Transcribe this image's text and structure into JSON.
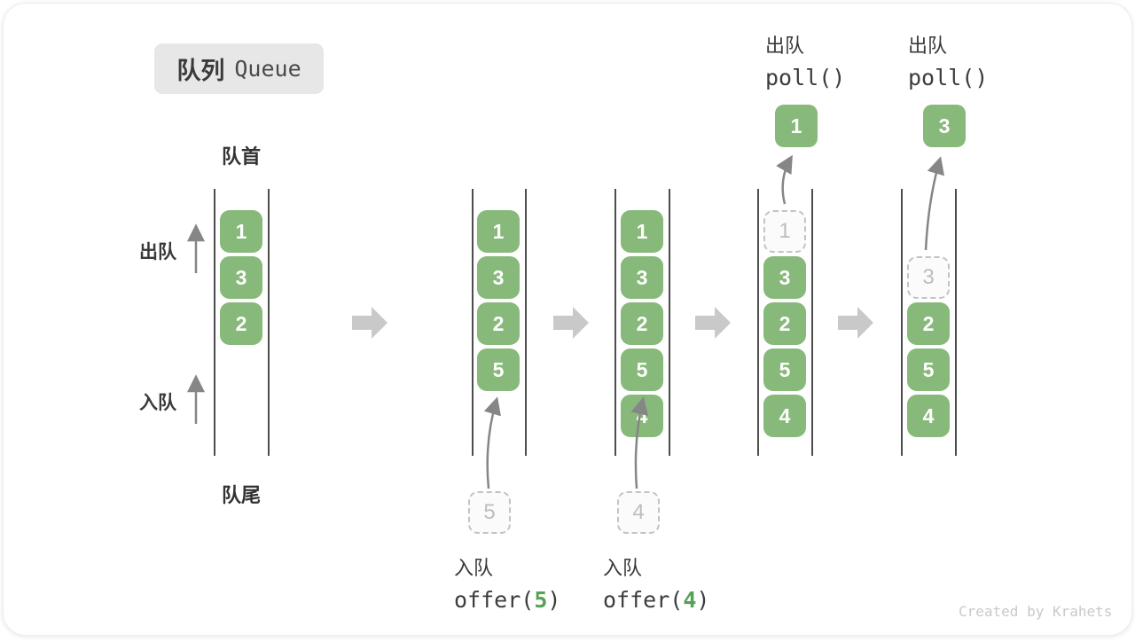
{
  "title": {
    "zh": "队列",
    "en": "Queue"
  },
  "labels": {
    "front": "队首",
    "rear": "队尾",
    "dequeue": "出队",
    "enqueue": "入队"
  },
  "operations": {
    "enqueue_5": {
      "label": "入队",
      "fn": "offer(",
      "arg": "5",
      "close": ")"
    },
    "enqueue_4": {
      "label": "入队",
      "fn": "offer(",
      "arg": "4",
      "close": ")"
    },
    "poll_first": {
      "label": "出队",
      "code": "poll()"
    },
    "poll_second": {
      "label": "出队",
      "code": "poll()"
    }
  },
  "columns": [
    {
      "items": [
        {
          "v": "1"
        },
        {
          "v": "3"
        },
        {
          "v": "2"
        }
      ]
    },
    {
      "items": [
        {
          "v": "1"
        },
        {
          "v": "3"
        },
        {
          "v": "2"
        },
        {
          "v": "5"
        }
      ],
      "pending": "5"
    },
    {
      "items": [
        {
          "v": "1"
        },
        {
          "v": "3"
        },
        {
          "v": "2"
        },
        {
          "v": "5"
        },
        {
          "v": "4"
        }
      ],
      "pending": "4"
    },
    {
      "items": [
        {
          "v": "1",
          "ghost": true
        },
        {
          "v": "3"
        },
        {
          "v": "2"
        },
        {
          "v": "5"
        },
        {
          "v": "4"
        }
      ],
      "out": "1"
    },
    {
      "items": [
        {
          "v": "3",
          "ghost": true
        },
        {
          "v": "2"
        },
        {
          "v": "5"
        },
        {
          "v": "4"
        }
      ],
      "out": "3"
    }
  ],
  "watermark": "Created by Krahets",
  "colors": {
    "box_green": "#87b97a",
    "arg_green": "#55a155",
    "ghost_border": "#c3c3c3",
    "block_arrow": "#c9c9c9",
    "thin_arrow": "#868686",
    "rail": "#4d4d4d",
    "text": "#3a3a3a",
    "badge_bg": "#e7e7e7"
  }
}
